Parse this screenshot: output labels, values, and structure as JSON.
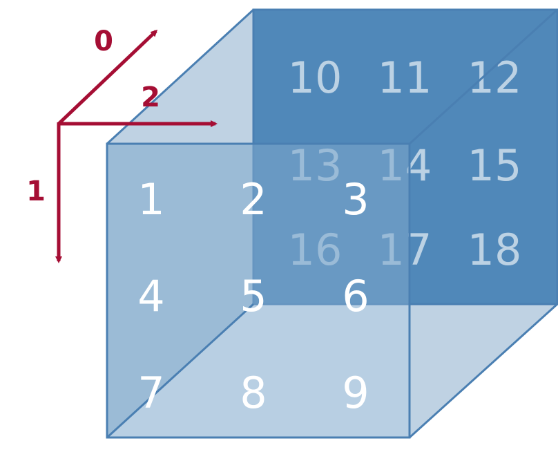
{
  "colors": {
    "axis": "#a50e34",
    "edge": "#4a7fb2",
    "face_light": "#bfd2e3",
    "back_face": "#5088b9",
    "front_face": "#7ea7cc"
  },
  "axes": {
    "axis0": "0",
    "axis1": "1",
    "axis2": "2"
  },
  "cube": {
    "front_face": [
      "1",
      "2",
      "3",
      "4",
      "5",
      "6",
      "7",
      "8",
      "9"
    ],
    "back_face": [
      "10",
      "11",
      "12",
      "13",
      "14",
      "15",
      "16",
      "17",
      "18"
    ]
  }
}
